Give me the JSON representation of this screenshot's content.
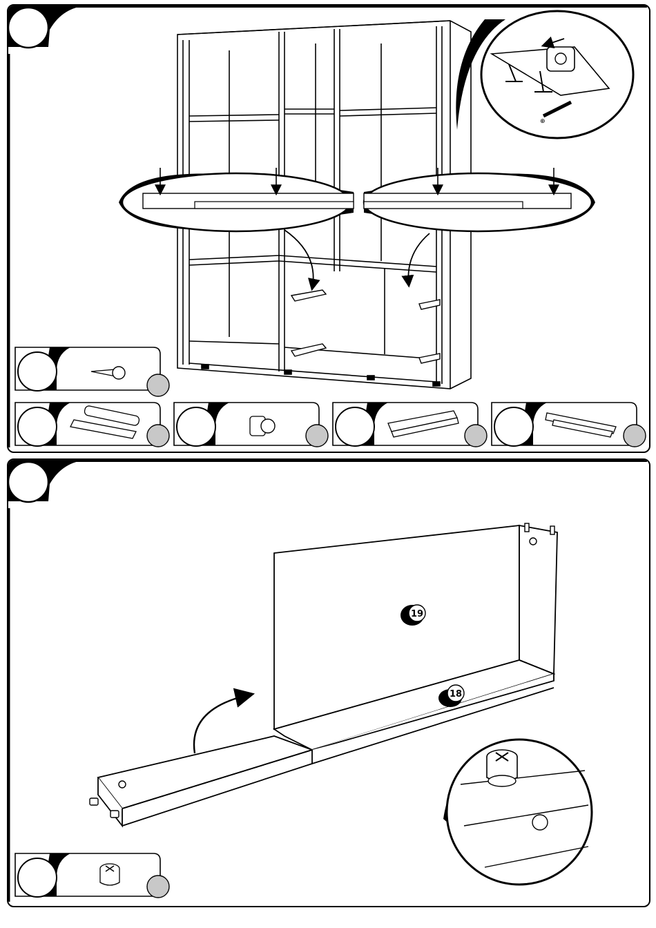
{
  "steps": [
    {
      "step_number": "",
      "parts": [
        {
          "name": "drawer-runner-screw",
          "quantity": ""
        },
        {
          "name": "roller-catch",
          "quantity": ""
        },
        {
          "name": "euro-screw",
          "quantity": ""
        },
        {
          "name": "drawer-runner-left",
          "quantity": ""
        },
        {
          "name": "drawer-runner-right",
          "quantity": ""
        }
      ]
    },
    {
      "step_number": "",
      "panel_labels": [
        "19",
        "18"
      ],
      "parts": [
        {
          "name": "cam-lock",
          "quantity": ""
        }
      ]
    }
  ],
  "colors": {
    "line": "#000000",
    "badge": "#c8c8c8",
    "paper": "#ffffff"
  }
}
